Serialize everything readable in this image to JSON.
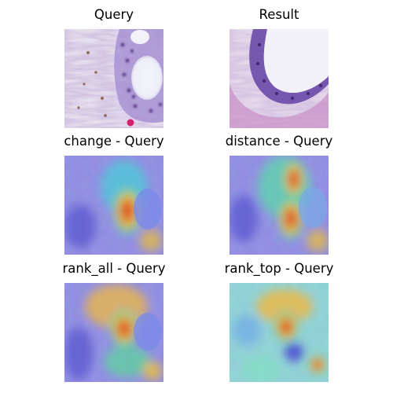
{
  "figure": {
    "panels": [
      {
        "title": "Query"
      },
      {
        "title": "Result"
      },
      {
        "title": "change - Query"
      },
      {
        "title": "distance - Query"
      },
      {
        "title": "rank_all - Query"
      },
      {
        "title": "rank_top - Query"
      }
    ]
  }
}
